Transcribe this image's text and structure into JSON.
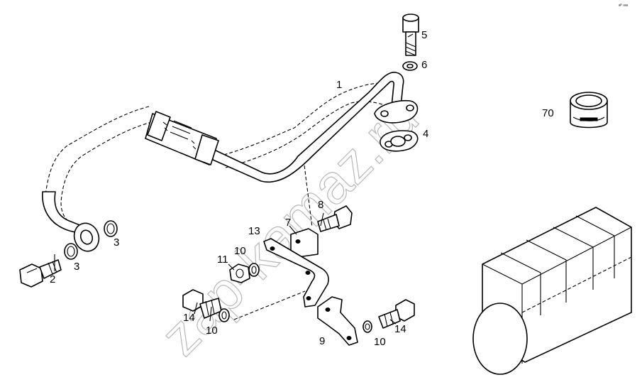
{
  "watermark": "zap-kamaz.ru",
  "corner_mark": "ᵃᴾ ᵃᵃᵃ",
  "callouts": {
    "n1": "1",
    "n2": "2",
    "n3a": "3",
    "n3b": "3",
    "n4": "4",
    "n5": "5",
    "n6": "6",
    "n7": "7",
    "n8": "8",
    "n9": "9",
    "n10a": "10",
    "n10b": "10",
    "n10c": "10",
    "n11": "11",
    "n13": "13",
    "n14a": "14",
    "n14b": "14",
    "n70": "70"
  }
}
